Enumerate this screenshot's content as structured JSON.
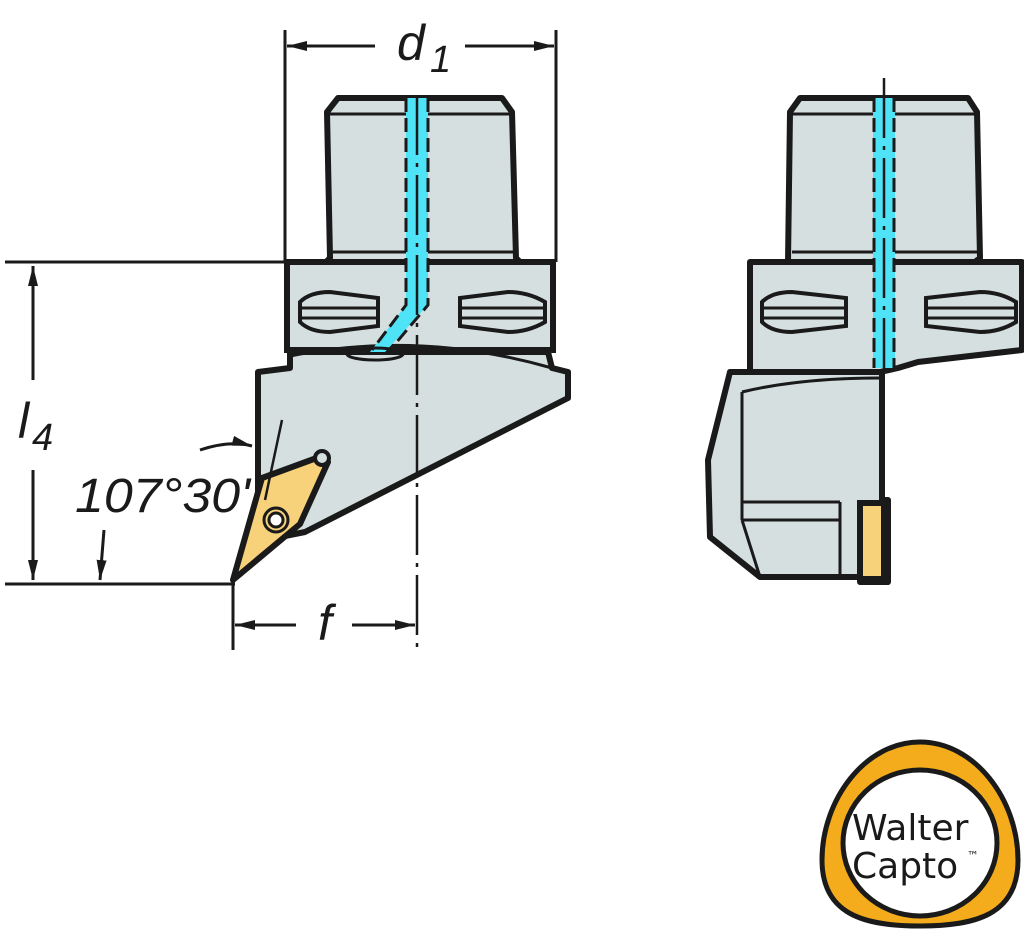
{
  "drawing": {
    "title": "Walter Capto toolholder dimension drawing",
    "dimensions": {
      "d1": {
        "symbol": "d",
        "subscript": "1"
      },
      "l4": {
        "symbol": "l",
        "subscript": "4"
      },
      "f": {
        "symbol": "f"
      },
      "angle": "107°30'"
    }
  },
  "logo": {
    "line1": "Walter",
    "line2": "Capto",
    "trademark": "™"
  },
  "colors": {
    "body": "#d5dfe0",
    "outline": "#1a1a1a",
    "coolant": "#4fe3f7",
    "insert": "#f8d27a",
    "logo_ring": "#f4ac1c"
  }
}
